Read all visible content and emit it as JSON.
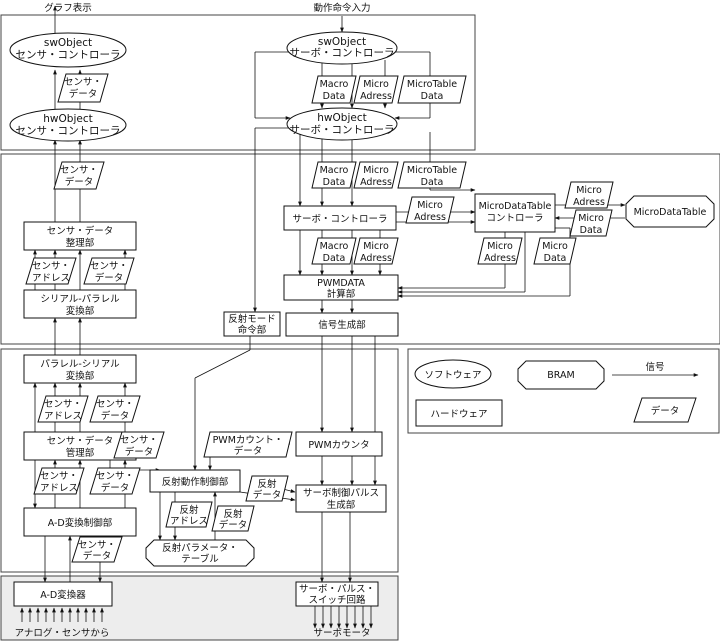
{
  "top": {
    "graph_output": "グラフ表示",
    "command_input": "動作命令入力"
  },
  "sw_sensor": {
    "l1": "swObject",
    "l2": "センサ・コントローラ"
  },
  "sw_servo": {
    "l1": "swObject",
    "l2": "サーボ・コントローラ"
  },
  "hw_sensor": {
    "l1": "hwObject",
    "l2": "センサ・コントローラ"
  },
  "hw_servo": {
    "l1": "hwObject",
    "l2": "サーボ・コントローラ"
  },
  "sensor_data_1": {
    "l1": "センサ・",
    "l2": "データ"
  },
  "sensor_data_2": {
    "l1": "センサ・",
    "l2": "データ"
  },
  "macro_data_1": {
    "l1": "Macro",
    "l2": "Data"
  },
  "micro_adress_1": {
    "l1": "Micro",
    "l2": "Adress"
  },
  "microtable_data_1": {
    "l1": "MicroTable",
    "l2": "Data"
  },
  "macro_data_2": {
    "l1": "Macro",
    "l2": "Data"
  },
  "micro_adress_2": {
    "l1": "Micro",
    "l2": "Adress"
  },
  "microtable_data_2": {
    "l1": "MicroTable",
    "l2": "Data"
  },
  "servo_controller": "サーボ・コントローラ",
  "micro_adress_3": {
    "l1": "Micro",
    "l2": "Adress"
  },
  "microdatatable_ctrl": {
    "l1": "MicroDataTable",
    "l2": "コントローラ"
  },
  "micro_adress_4": {
    "l1": "Micro",
    "l2": "Adress"
  },
  "micro_data_1": {
    "l1": "Micro",
    "l2": "Data"
  },
  "microdatatable": "MicroDataTable",
  "macro_data_3": {
    "l1": "Macro",
    "l2": "Data"
  },
  "micro_adress_5": {
    "l1": "Micro",
    "l2": "Adress"
  },
  "micro_adress_6": {
    "l1": "Micro",
    "l2": "Adress"
  },
  "micro_data_2": {
    "l1": "Micro",
    "l2": "Data"
  },
  "pwmdata_calc": {
    "l1": "PWMDATA",
    "l2": "計算部"
  },
  "sensor_data_org": {
    "l1": "センサ・データ",
    "l2": "整理部"
  },
  "sensor_adress_1": {
    "l1": "センサ・",
    "l2": "アドレス"
  },
  "sensor_data_3": {
    "l1": "センサ・",
    "l2": "データ"
  },
  "serial_parallel": {
    "l1": "シリアル-パラレル",
    "l2": "変換部"
  },
  "reflect_mode": {
    "l1": "反射モード",
    "l2": "命令部"
  },
  "signal_gen": "信号生成部",
  "parallel_serial": {
    "l1": "パラレル-シリアル",
    "l2": "変換部"
  },
  "sensor_adress_2": {
    "l1": "センサ・",
    "l2": "アドレス"
  },
  "sensor_data_4": {
    "l1": "センサ・",
    "l2": "データ"
  },
  "sensor_data_mgr": {
    "l1": "センサ・データ",
    "l2": "管理部"
  },
  "sensor_data_5": {
    "l1": "センサ・",
    "l2": "データ"
  },
  "pwm_count_data": {
    "l1": "PWMカウント・",
    "l2": "データ"
  },
  "pwm_counter": "PWMカウンタ",
  "sensor_adress_3": {
    "l1": "センサ・",
    "l2": "アドレス"
  },
  "sensor_data_6": {
    "l1": "センサ・",
    "l2": "データ"
  },
  "reflect_ctrl": "反射動作制御部",
  "reflect_data_1": {
    "l1": "反射",
    "l2": "データ"
  },
  "servo_pulse_gen": {
    "l1": "サーボ制御パルス",
    "l2": "生成部"
  },
  "ad_ctrl": "A-D変換制御部",
  "reflect_adress": {
    "l1": "反射",
    "l2": "アドレス"
  },
  "reflect_data_2": {
    "l1": "反射",
    "l2": "データ"
  },
  "sensor_data_7": {
    "l1": "センサ・",
    "l2": "データ"
  },
  "reflect_param": {
    "l1": "反射パラメータ・",
    "l2": "テーブル"
  },
  "ad_converter": "A-D変換器",
  "servo_switch": {
    "l1": "サーボ・パルス・",
    "l2": "スイッチ回路"
  },
  "bottom": {
    "analog_sensor": "アナログ・センサから",
    "servo_motor": "サーボモータ"
  },
  "legend": {
    "software": "ソフトウェア",
    "bram": "BRAM",
    "signal": "信号",
    "hardware": "ハードウェア",
    "data": "データ"
  }
}
